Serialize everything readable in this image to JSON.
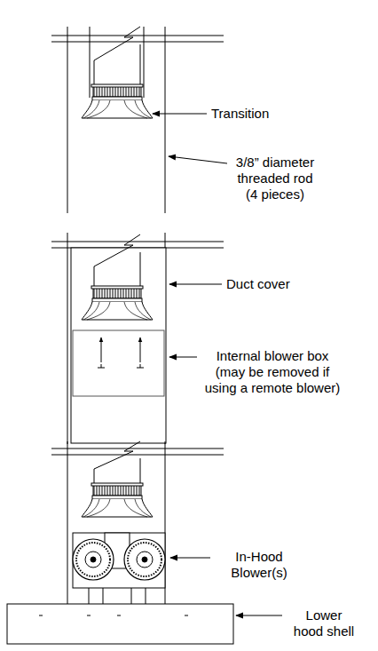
{
  "diagram": {
    "labels": [
      "Transition",
      "3/8” diameter threaded rod (4 pieces)",
      "Duct cover",
      "Internal blower box (may be removed if using a remote blower)",
      "In-Hood Blower(s)",
      "Lower hood shell"
    ]
  }
}
